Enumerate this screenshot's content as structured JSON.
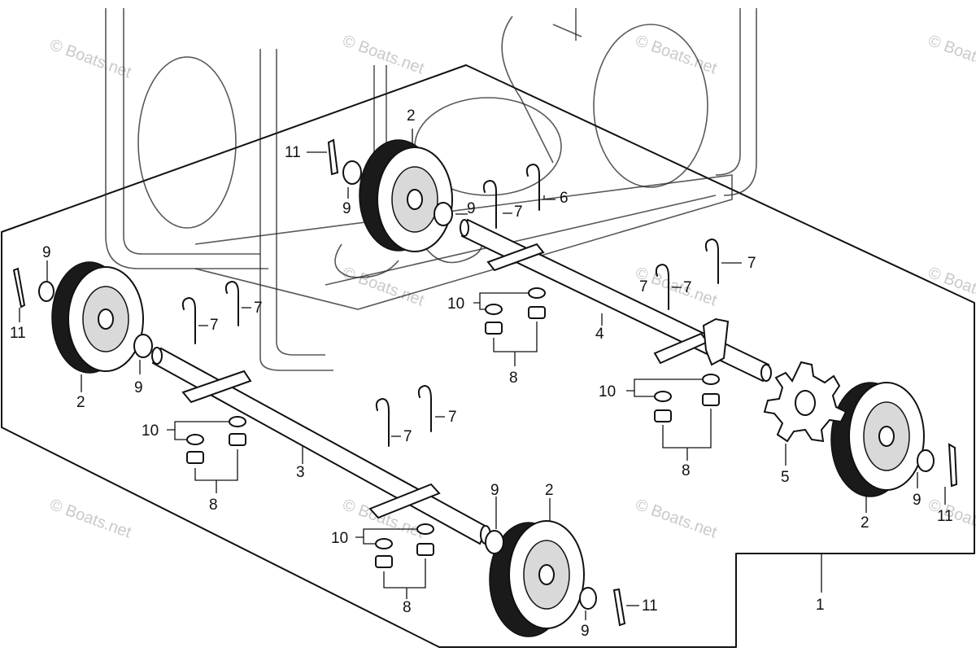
{
  "watermark": "© Boats.net",
  "callouts": {
    "c1": "1",
    "c2a": "2",
    "c2b": "2",
    "c2c": "2",
    "c2d": "2",
    "c3": "3",
    "c4": "4",
    "c5": "5",
    "c6": "6",
    "c7a": "7",
    "c7b": "7",
    "c7c": "7",
    "c7d": "7",
    "c7e": "7",
    "c7f": "7",
    "c7g": "7",
    "c7h": "7",
    "c8a": "8",
    "c8b": "8",
    "c8c": "8",
    "c8d": "8",
    "c9a": "9",
    "c9b": "9",
    "c9c": "9",
    "c9d": "9",
    "c9e": "9",
    "c9f": "9",
    "c9g": "9",
    "c10a": "10",
    "c10b": "10",
    "c10c": "10",
    "c10d": "10",
    "c11a": "11",
    "c11b": "11",
    "c11c": "11",
    "c11d": "11"
  }
}
